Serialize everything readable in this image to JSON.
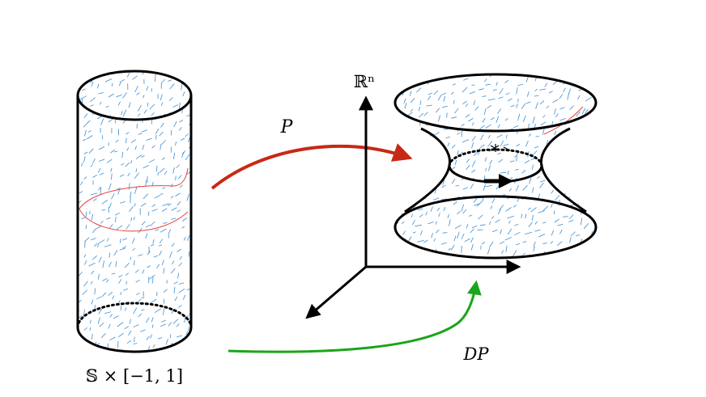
{
  "labels": {
    "map_p": "P",
    "map_dp": "DP",
    "ambient_space": "ℝⁿ",
    "domain": "𝕊 × [−1, 1]"
  },
  "colors": {
    "outline": "#000000",
    "vector_field": "#3a8fd6",
    "curve": "#e2463a",
    "arrow_p": "#c62a14",
    "arrow_dp": "#1aa51a"
  },
  "icons": {
    "axes": "three-axis-icon",
    "cylinder": "cylinder-icon",
    "hyperboloid": "hyperboloid-icon"
  }
}
